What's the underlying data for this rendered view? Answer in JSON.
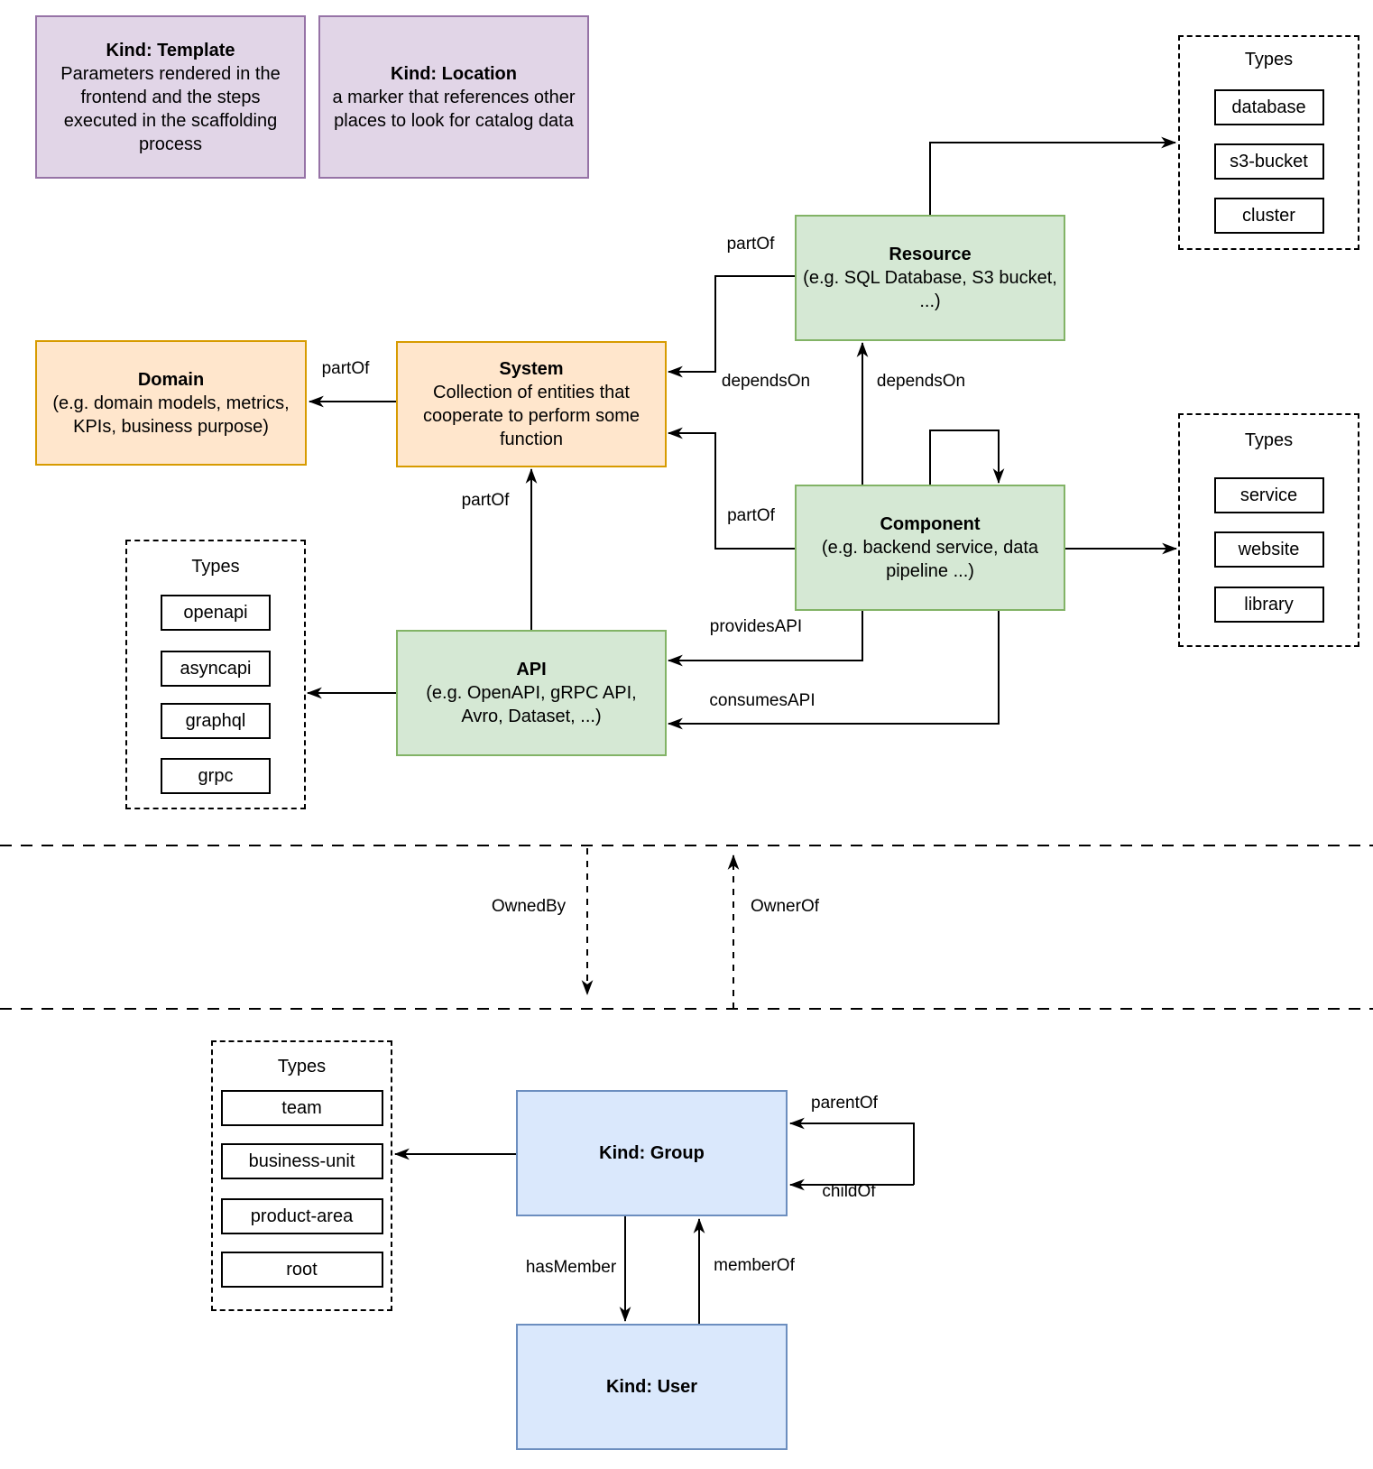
{
  "palette": {
    "purple_fill": "#E1D5E7",
    "purple_stroke": "#9673A6",
    "orange_fill": "#FFE6CC",
    "orange_stroke": "#D79B00",
    "green_fill": "#D5E8D4",
    "green_stroke": "#82B366",
    "blue_fill": "#DAE8FC",
    "blue_stroke": "#6C8EBF",
    "line_color": "#000000",
    "background": "#FFFFFF"
  },
  "nodes": {
    "template": {
      "title": "Kind: Template",
      "desc": "Parameters rendered in the frontend and the steps executed in  the scaffolding process"
    },
    "location": {
      "title": "Kind: Location",
      "desc": "a marker that references other places to look for catalog data"
    },
    "domain": {
      "title": "Domain",
      "desc": "(e.g.  domain models, metrics, KPIs, business purpose)"
    },
    "system": {
      "title": "System",
      "desc": "Collection of entities that cooperate to perform some function"
    },
    "resource": {
      "title": "Resource",
      "desc": "(e.g. SQL Database, S3 bucket, ...)"
    },
    "component": {
      "title": "Component",
      "desc": "(e.g. backend service, data pipeline ...)"
    },
    "api": {
      "title": "API",
      "desc": "(e.g. OpenAPI, gRPC API, Avro, Dataset, ...)"
    },
    "group": {
      "title": "Kind: Group"
    },
    "user": {
      "title": "Kind: User"
    }
  },
  "type_clusters": {
    "resource_types": {
      "title": "Types",
      "items": [
        "database",
        "s3-bucket",
        "cluster"
      ]
    },
    "component_types": {
      "title": "Types",
      "items": [
        "service",
        "website",
        "library"
      ]
    },
    "api_types": {
      "title": "Types",
      "items": [
        "openapi",
        "asyncapi",
        "graphql",
        "grpc"
      ]
    },
    "group_types": {
      "title": "Types",
      "items": [
        "team",
        "business-unit",
        "product-area",
        "root"
      ]
    }
  },
  "edge_labels": {
    "partof_system_domain": "partOf",
    "partof_resource_system": "partOf",
    "partof_component_system": "partOf",
    "partof_api_system": "partOf",
    "dependson_resource": "dependsOn",
    "dependson_self": "dependsOn",
    "providesapi": "providesAPI",
    "consumesapi": "consumesAPI",
    "ownedby": "OwnedBy",
    "ownerof": "OwnerOf",
    "parentof": "parentOf",
    "childof": "childOf",
    "hasmember": "hasMember",
    "memberof": "memberOf"
  }
}
